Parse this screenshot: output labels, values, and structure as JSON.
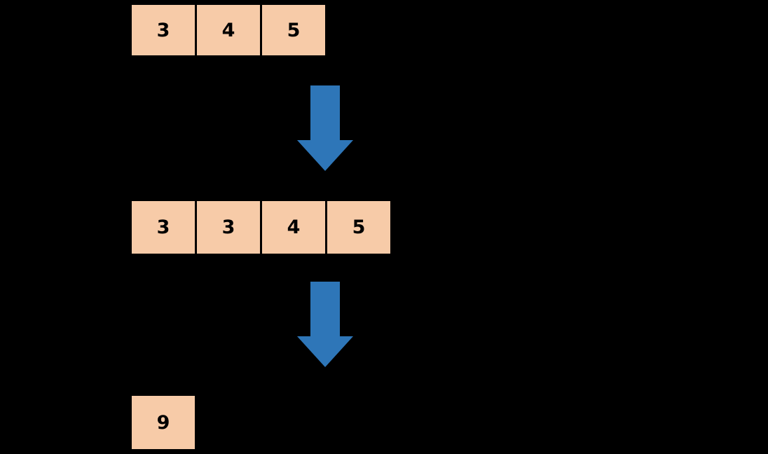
{
  "diagram": {
    "title": "array-merge-steps",
    "background_color": "#000000",
    "cell_fill_color": "#F7CBA8",
    "cell_border_color": "#000000",
    "text_color": "#000000",
    "arrow_color": "#2E76B8",
    "rows": [
      {
        "name": "top-array",
        "cells": [
          "3",
          "4",
          "5"
        ]
      },
      {
        "name": "middle-array",
        "cells": [
          "3",
          "3",
          "4",
          "5"
        ]
      },
      {
        "name": "bottom-array",
        "cells": [
          "9"
        ]
      }
    ],
    "arrows": [
      {
        "name": "arrow-one",
        "direction": "down",
        "icon": "arrow-down-icon"
      },
      {
        "name": "arrow-two",
        "direction": "down",
        "icon": "arrow-down-icon"
      }
    ]
  }
}
